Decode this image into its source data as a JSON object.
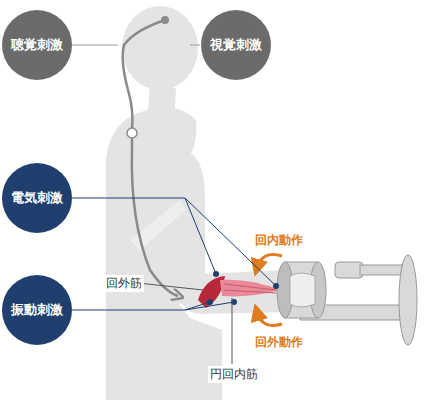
{
  "diagram": {
    "nodes": [
      {
        "text": [
          "聴覚刺激"
        ]
      },
      {
        "text": [
          "視覚刺激"
        ]
      },
      {
        "text": [
          "電気刺激"
        ]
      },
      {
        "text": [
          "振動刺激"
        ]
      }
    ],
    "labels": [
      "回外筋",
      "回内動作",
      "回外動作",
      "円回内筋"
    ]
  }
}
